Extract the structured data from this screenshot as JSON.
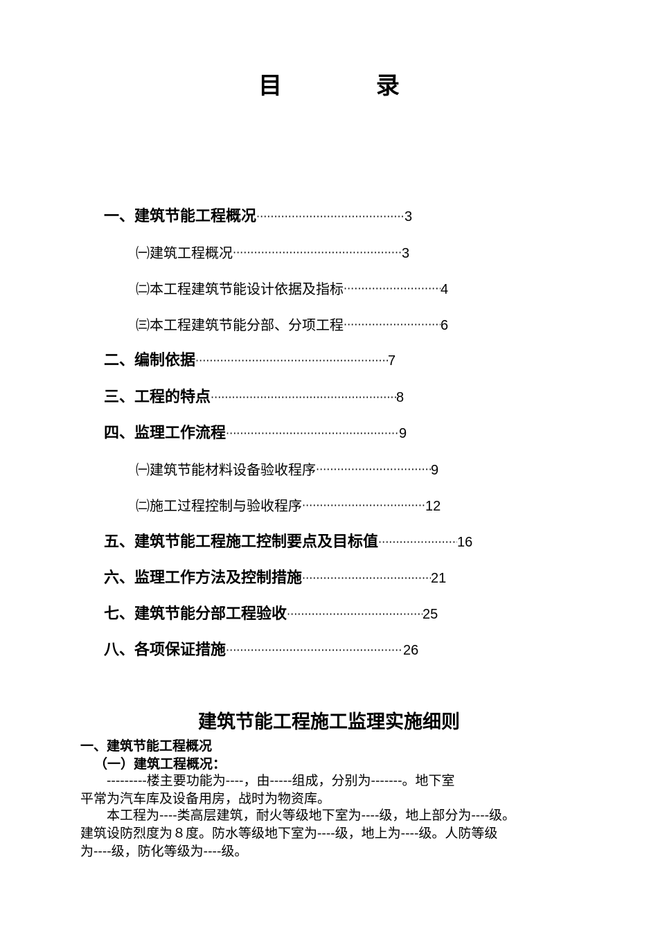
{
  "toc": {
    "title": "目    录",
    "entries": [
      {
        "label": "一、建筑节能工程概况",
        "page": "3",
        "level": 1
      },
      {
        "label": "㈠建筑工程概况",
        "page": "3",
        "level": 2
      },
      {
        "label": "㈡本工程建筑节能设计依据及指标",
        "page": "4",
        "level": 2
      },
      {
        "label": "㈢本工程建筑节能分部、分项工程",
        "page": "6",
        "level": 2
      },
      {
        "label": "二、编制依据",
        "page": "7",
        "level": 1
      },
      {
        "label": "三、工程的特点",
        "page": "8",
        "level": 1
      },
      {
        "label": "四、监理工作流程",
        "page": "9",
        "level": 1
      },
      {
        "label": "㈠建筑节能材料设备验收程序",
        "page": "9",
        "level": 2
      },
      {
        "label": "㈡施工过程控制与验收程序",
        "page": "12",
        "level": 2
      },
      {
        "label": "五、建筑节能工程施工控制要点及目标值",
        "page": "16",
        "level": 1
      },
      {
        "label": "六、监理工作方法及控制措施",
        "page": "21",
        "level": 1
      },
      {
        "label": "七、建筑节能分部工程验收",
        "page": "25",
        "level": 1
      },
      {
        "label": "八、各项保证措施",
        "page": "26",
        "level": 1
      }
    ]
  },
  "document": {
    "title": "建筑节能工程施工监理实施细则",
    "section_heading": "一、建筑节能工程概况",
    "subsection_heading": "（一）建筑工程概况：",
    "paragraph1_line1": "　　---------楼主要功能为----，由-----组成，分别为-------。地下室",
    "paragraph1_line2": "平常为汽车库及设备用房，战时为物资库。",
    "paragraph2_line1": "　　本工程为----类高层建筑，耐火等级地下室为----级，地上部分为----级。",
    "paragraph2_line2": "建筑设防烈度为８度。防水等级地下室为----级，地上为----级。人防等级",
    "paragraph2_line3": "为----级，防化等级为----级。"
  }
}
